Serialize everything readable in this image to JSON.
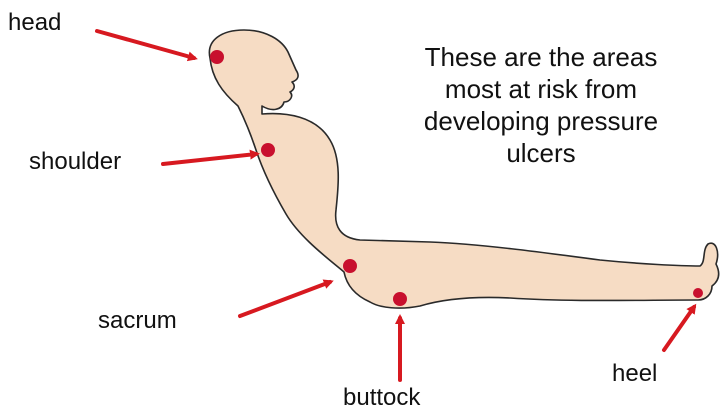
{
  "caption": {
    "lines": [
      "These are the areas",
      "most at risk from",
      "developing pressure",
      "ulcers"
    ]
  },
  "labels": {
    "head": "head",
    "shoulder": "shoulder",
    "sacrum": "sacrum",
    "buttock": "buttock",
    "heel": "heel"
  },
  "colors": {
    "skin": "#f6dcc4",
    "outline": "#2a2a2a",
    "marker": "#c8102e",
    "arrow": "#d71920",
    "text": "#111111"
  }
}
